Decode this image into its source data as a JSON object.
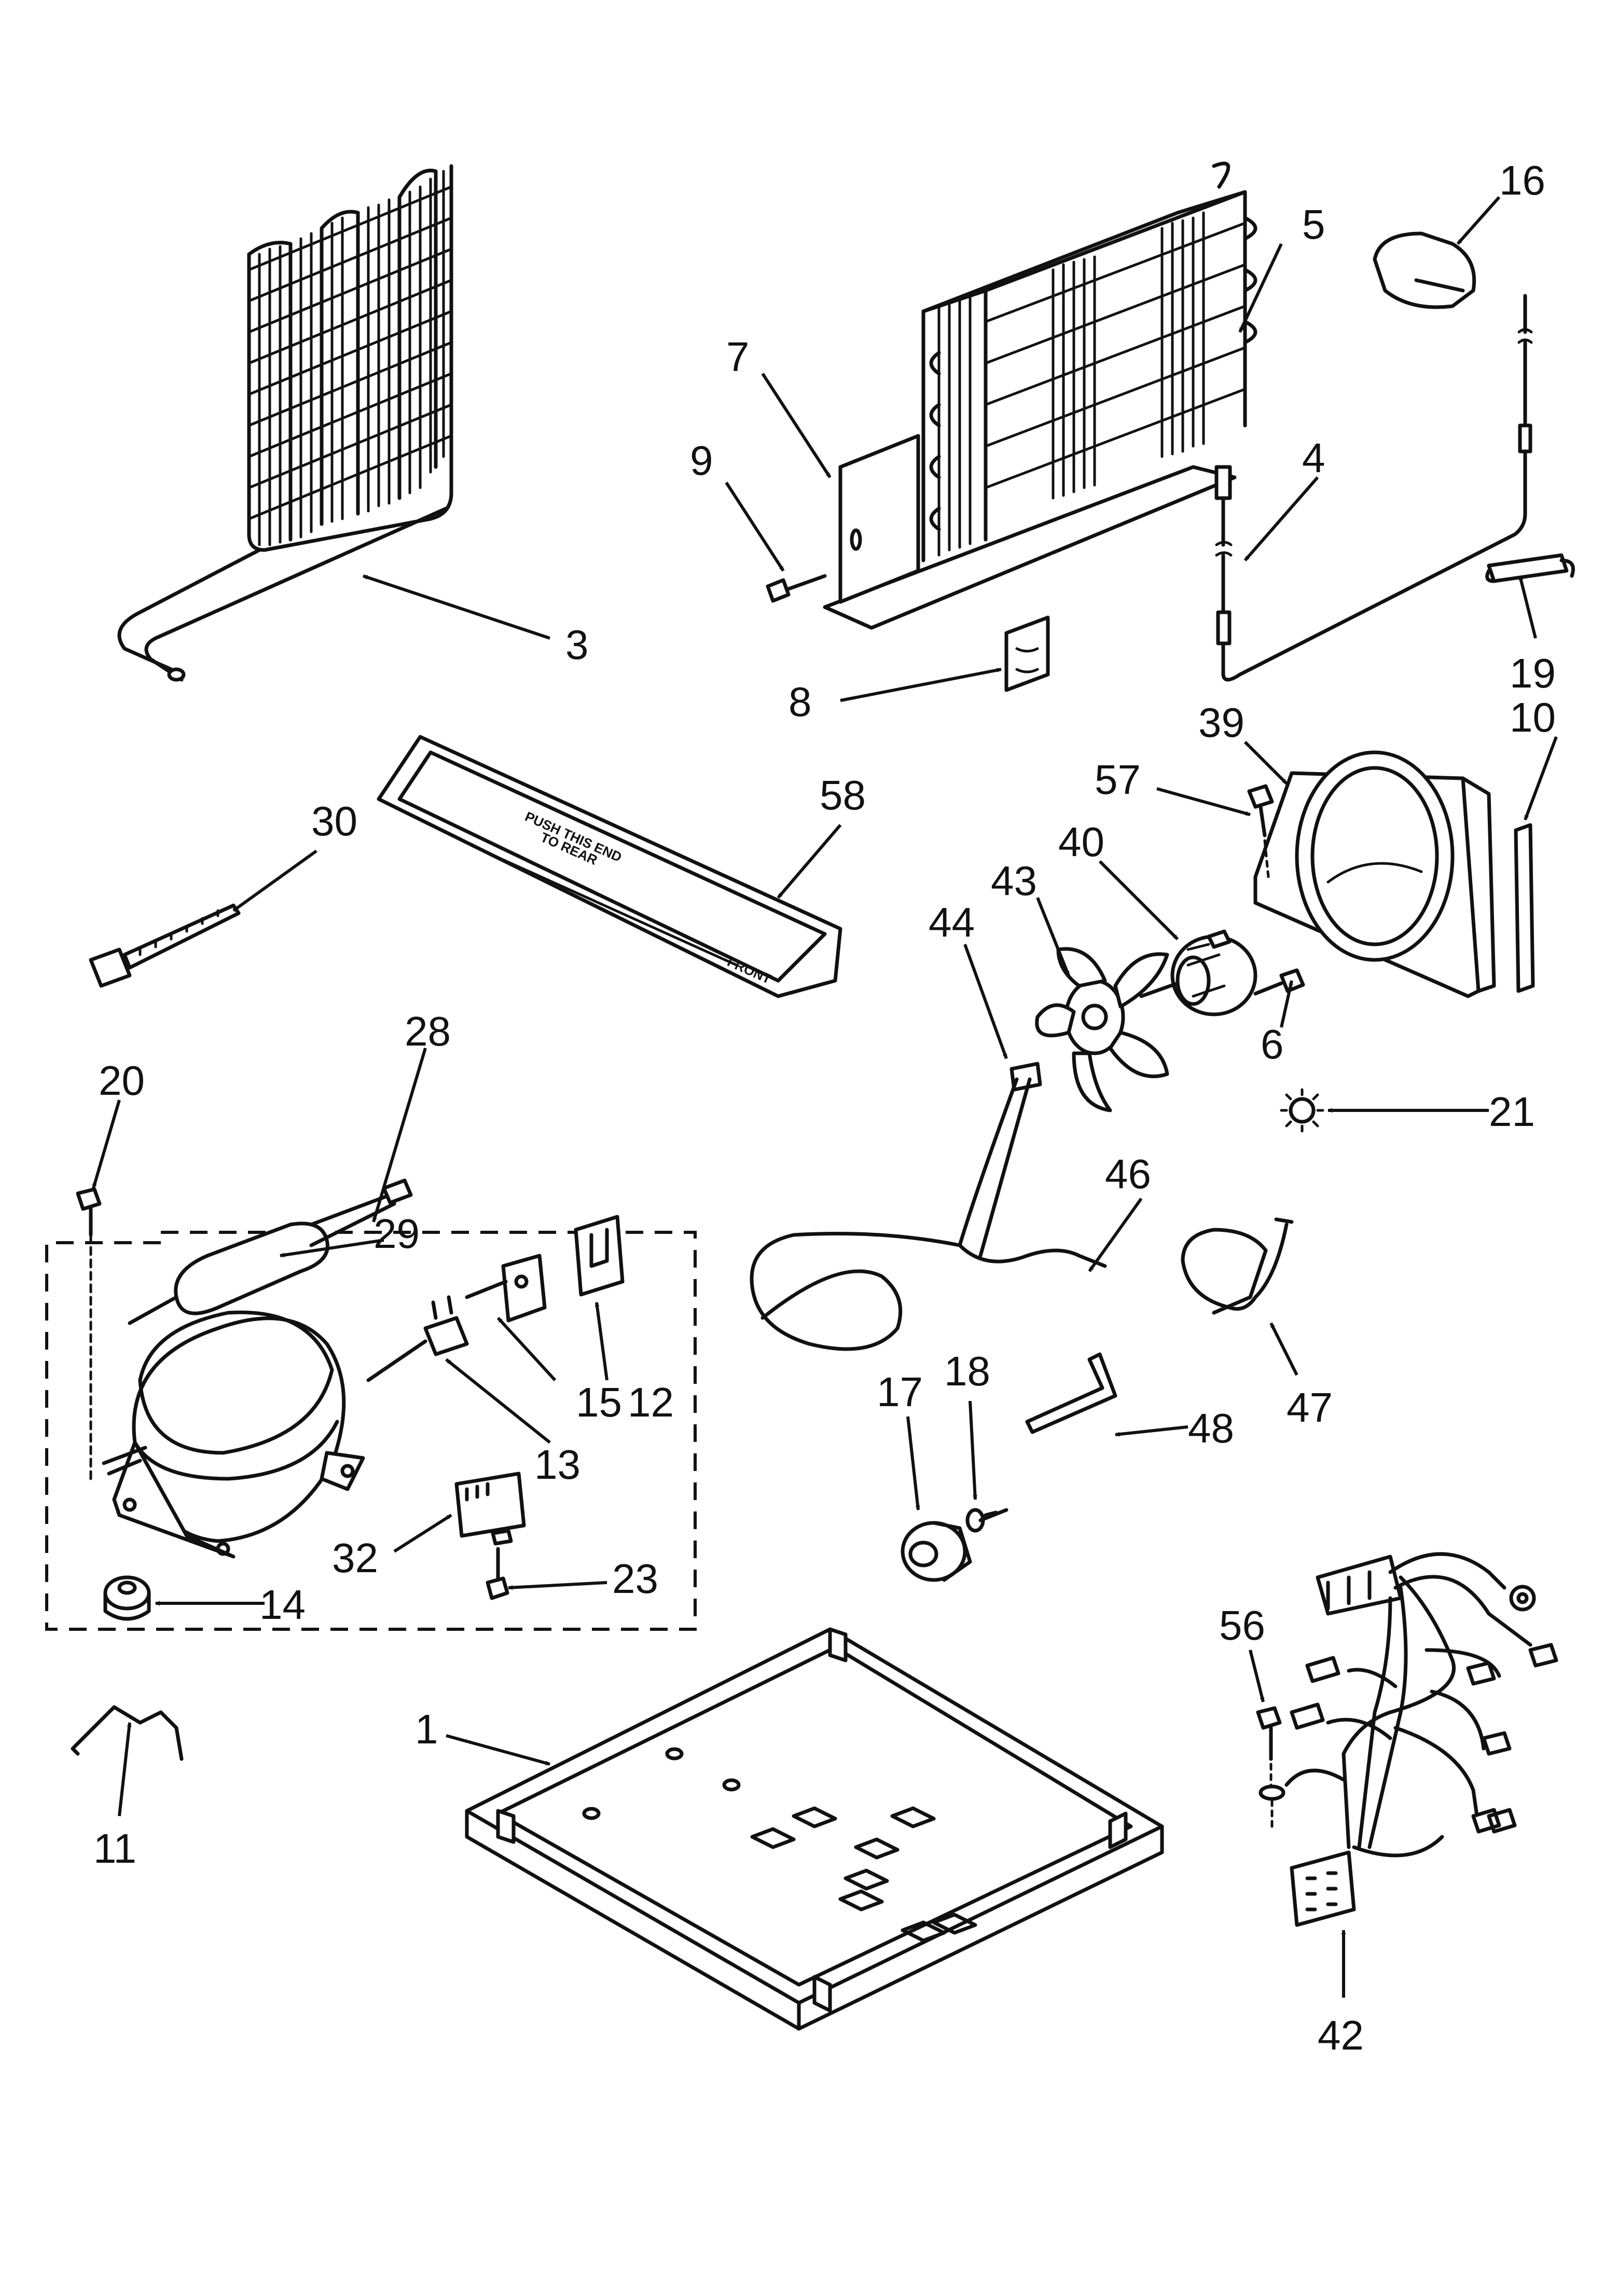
{
  "callouts": {
    "c1": "1",
    "c3": "3",
    "c4": "4",
    "c5": "5",
    "c6": "6",
    "c7": "7",
    "c8": "8",
    "c9": "9",
    "c10": "10",
    "c11": "11",
    "c12": "12",
    "c13": "13",
    "c14": "14",
    "c15": "15",
    "c16": "16",
    "c17": "17",
    "c18": "18",
    "c19": "19",
    "c20": "20",
    "c21": "21",
    "c23": "23",
    "c28": "28",
    "c29": "29",
    "c30": "30",
    "c32": "32",
    "c39": "39",
    "c40": "40",
    "c42": "42",
    "c43": "43",
    "c44": "44",
    "c46": "46",
    "c47": "47",
    "c48": "48",
    "c56": "56",
    "c57": "57",
    "c58": "58"
  },
  "tray_text": {
    "line1": "PUSH THIS END",
    "line2": "TO REAR",
    "front": "FRONT"
  }
}
